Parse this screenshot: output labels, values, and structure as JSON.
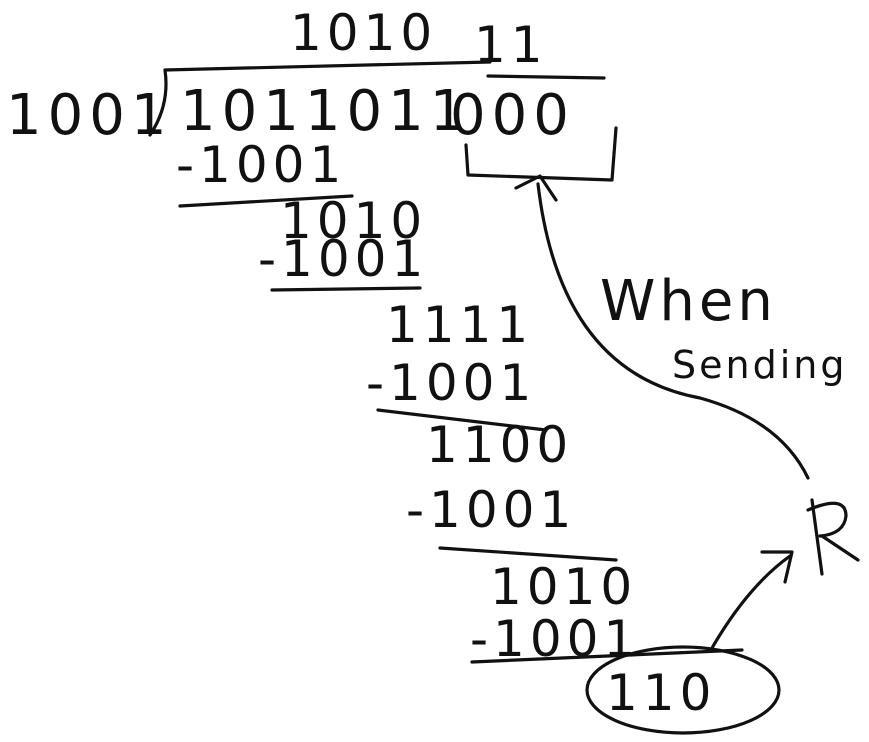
{
  "division": {
    "divisor": "1001",
    "dividend": "1011011",
    "appended_zeros": "000",
    "quotient": "1010",
    "quotient_tail": "11",
    "steps": [
      {
        "subtract": "-1001",
        "result": "1010"
      },
      {
        "subtract": "-1001",
        "result": "1111"
      },
      {
        "subtract": "-1001",
        "result": "1100"
      },
      {
        "subtract": "-1001",
        "result": "1010"
      },
      {
        "subtract": "-1001",
        "result": ""
      }
    ],
    "remainder": "110"
  },
  "annotations": {
    "remainder_symbol": "R",
    "arrow_label_line1": "When",
    "arrow_label_line2": "Sending"
  }
}
